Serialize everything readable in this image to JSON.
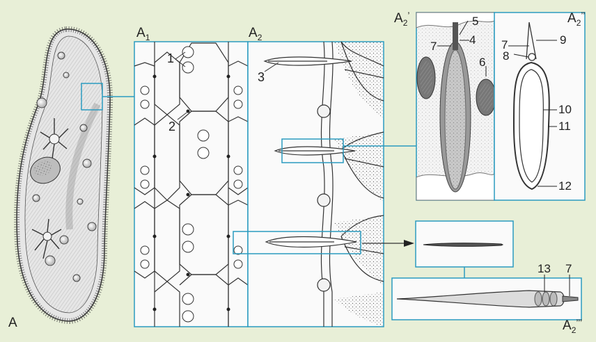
{
  "panels": {
    "A": {
      "label": "A"
    },
    "A1": {
      "label": "A",
      "sub": "1"
    },
    "A2": {
      "label": "A",
      "sub": "2"
    },
    "A2p": {
      "label": "A",
      "sub": "2",
      "sup": "’"
    },
    "A2pp": {
      "label": "A",
      "sub": "2",
      "sup": "’’"
    },
    "A2ppp": {
      "label": "A",
      "sub": "2",
      "sup": "’’’"
    }
  },
  "numbers": {
    "n1": "1",
    "n2": "2",
    "n3": "3",
    "n4": "4",
    "n5": "5",
    "n6": "6",
    "n7a": "7",
    "n7b": "7",
    "n7c": "7",
    "n8": "8",
    "n9": "9",
    "n10": "10",
    "n11": "11",
    "n12": "12",
    "n13": "13"
  },
  "colors": {
    "background": "#e8efd7",
    "frame": "#2a9bc0",
    "ink": "#333333",
    "cell": "#e2e2e2",
    "shade": "#9a9a9a"
  }
}
